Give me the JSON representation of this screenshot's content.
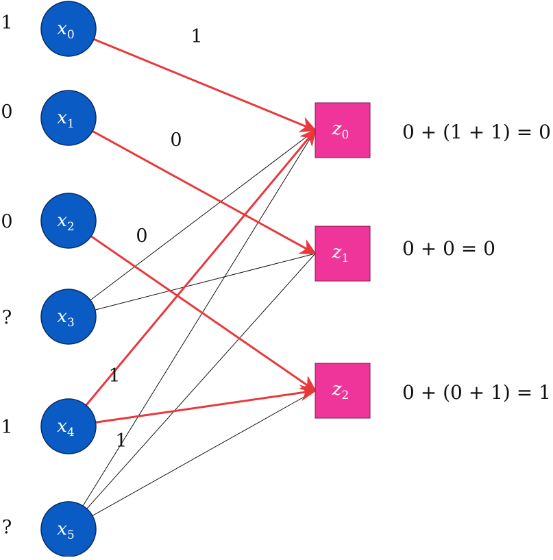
{
  "colors": {
    "input_node": "#0a5bc4",
    "input_node_stroke": "#0a2a66",
    "output_node": "#f0359a",
    "output_node_stroke": "#7a1650",
    "highlight_edge": "#e8383b",
    "plain_edge": "#111111"
  },
  "inputs": [
    {
      "var": "x",
      "sub": "0",
      "value": "1"
    },
    {
      "var": "x",
      "sub": "1",
      "value": "0"
    },
    {
      "var": "x",
      "sub": "2",
      "value": "0"
    },
    {
      "var": "x",
      "sub": "3",
      "value": "?"
    },
    {
      "var": "x",
      "sub": "4",
      "value": "1"
    },
    {
      "var": "x",
      "sub": "5",
      "value": "?"
    }
  ],
  "outputs": [
    {
      "var": "z",
      "sub": "0",
      "equation": "0 + (1 + 1) = 0"
    },
    {
      "var": "z",
      "sub": "1",
      "equation": "0 + 0 = 0"
    },
    {
      "var": "z",
      "sub": "2",
      "equation": "0 + (0 + 1) = 1"
    }
  ],
  "edges": [
    {
      "from": 0,
      "to": 0,
      "highlight": true
    },
    {
      "from": 1,
      "to": 1,
      "highlight": true
    },
    {
      "from": 2,
      "to": 2,
      "highlight": true
    },
    {
      "from": 3,
      "to": 0,
      "highlight": false
    },
    {
      "from": 3,
      "to": 1,
      "highlight": false
    },
    {
      "from": 4,
      "to": 0,
      "highlight": true
    },
    {
      "from": 4,
      "to": 2,
      "highlight": true
    },
    {
      "from": 5,
      "to": 0,
      "highlight": false
    },
    {
      "from": 5,
      "to": 1,
      "highlight": false
    },
    {
      "from": 5,
      "to": 2,
      "highlight": false
    }
  ],
  "edge_labels": [
    "1",
    "0",
    "0",
    "1",
    "1"
  ]
}
